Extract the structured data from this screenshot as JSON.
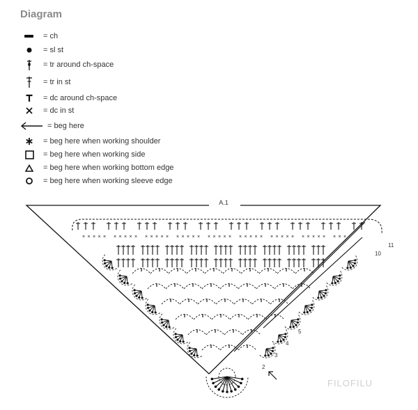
{
  "title": "Diagram",
  "legend": [
    {
      "icon": "chain-icon",
      "text": "= ch"
    },
    {
      "icon": "slip-stitch-icon",
      "text": "= sl st"
    },
    {
      "icon": "treble-around-space-icon",
      "text": "= tr around ch-space"
    },
    {
      "icon": "treble-in-stitch-icon",
      "text": "= tr in st"
    },
    {
      "icon": "double-around-space-icon",
      "text": "= dc around ch-space"
    },
    {
      "icon": "double-in-stitch-icon",
      "text": "= dc in st"
    },
    {
      "icon": "arrow-left-icon",
      "text": "= beg here"
    },
    {
      "icon": "star-icon",
      "text": "= beg here when working shoulder"
    },
    {
      "icon": "square-icon",
      "text": "= beg here when working side"
    },
    {
      "icon": "triangle-icon",
      "text": "= beg here when working bottom edge"
    },
    {
      "icon": "circle-icon",
      "text": "= beg here when working sleeve edge"
    }
  ],
  "chart": {
    "label": "A.1",
    "row_numbers": [
      "2",
      "3",
      "4",
      "5",
      "10",
      "11"
    ]
  },
  "watermark": "FILOFILU"
}
